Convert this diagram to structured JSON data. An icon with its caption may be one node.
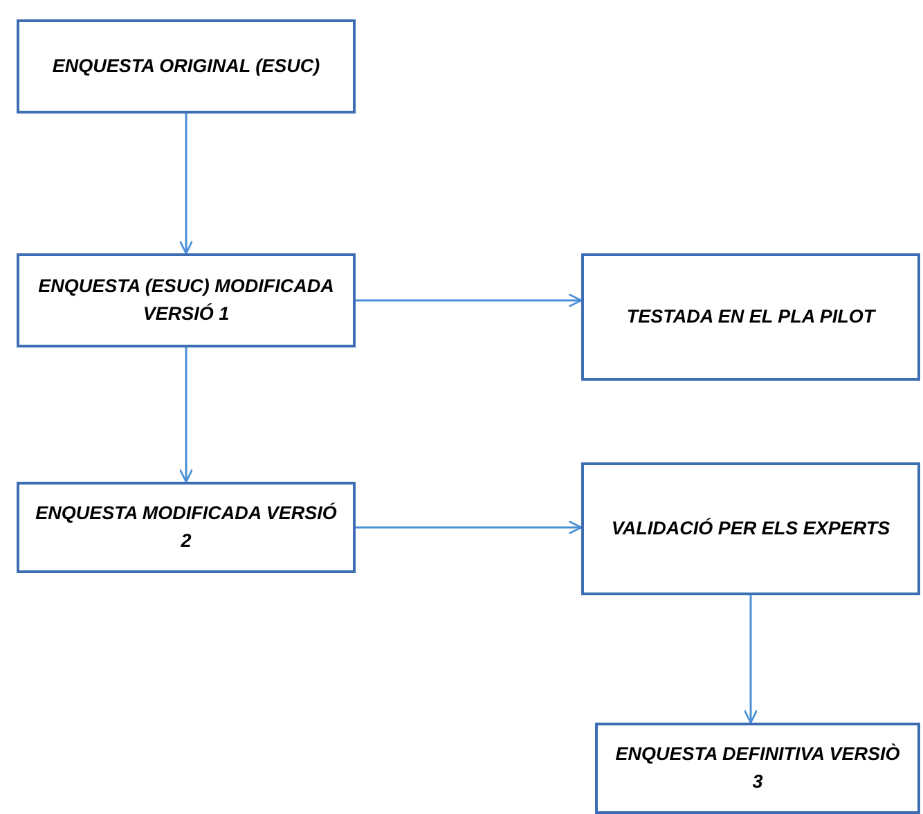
{
  "diagram": {
    "nodes": [
      {
        "text": [
          "ENQUESTA ORIGINAL (ESUC)"
        ]
      },
      {
        "text": [
          "ENQUESTA (ESUC) MODIFICADA VERSIÓ 1"
        ]
      },
      {
        "text": [
          "TESTADA EN EL PLA PILOT"
        ]
      },
      {
        "text": [
          "ENQUESTA MODIFICADA VERSIÓ 2"
        ]
      },
      {
        "text": [
          "VALIDACIÓ PER ELS EXPERTS"
        ]
      },
      {
        "text": [
          "ENQUESTA DEFINITIVA VERSIÒ 3"
        ]
      }
    ],
    "edges": [
      {
        "from": 0,
        "to": 1,
        "arrow": "to"
      },
      {
        "from": 1,
        "to": 2,
        "arrow": "to"
      },
      {
        "from": 1,
        "to": 3,
        "arrow": "to"
      },
      {
        "from": 3,
        "to": 4,
        "arrow": "to"
      },
      {
        "from": 4,
        "to": 5,
        "arrow": "to"
      }
    ]
  }
}
